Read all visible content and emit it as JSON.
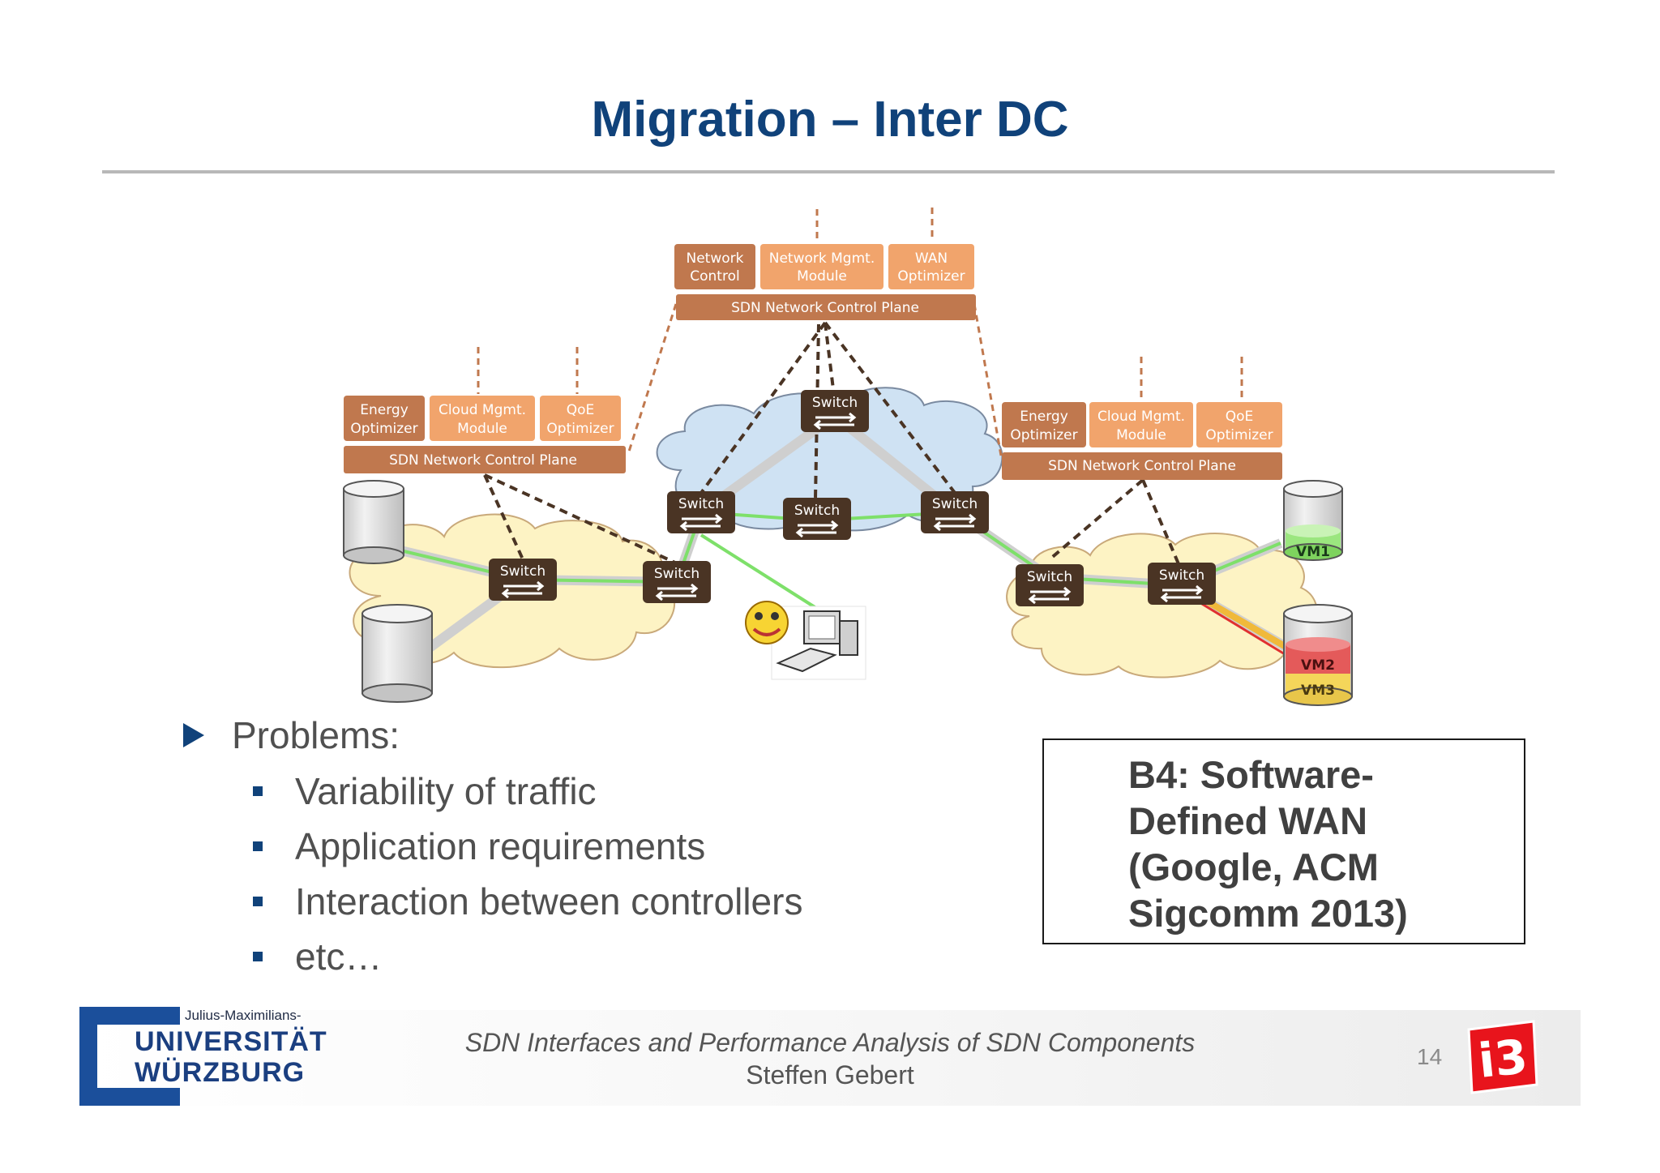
{
  "slide": {
    "title": "Migration – Inter DC",
    "page_number": "14"
  },
  "diagram": {
    "top_plane": {
      "modules": [
        "Network Control",
        "Network Mgmt. Module",
        "WAN Optimizer"
      ],
      "plane_label": "SDN Network Control Plane"
    },
    "left_plane": {
      "modules": [
        "Energy Optimizer",
        "Cloud Mgmt. Module",
        "QoE Optimizer"
      ],
      "plane_label": "SDN Network Control Plane"
    },
    "right_plane": {
      "modules": [
        "Energy Optimizer",
        "Cloud Mgmt. Module",
        "QoE Optimizer"
      ],
      "plane_label": "SDN Network Control Plane"
    },
    "switch_label": "Switch",
    "vm_labels": [
      "VM1",
      "VM2",
      "VM3"
    ],
    "colors": {
      "module_dark": "#c0784e",
      "module_light": "#f1a46c",
      "switch": "#4a3424",
      "cloud_yellow": "#fdf3c4",
      "cloud_blue": "#cfe2f3",
      "link_green": "#7ee06a",
      "link_red": "#e03030",
      "title_blue": "#10427a"
    }
  },
  "bullets": {
    "heading": "Problems:",
    "items": [
      "Variability of traffic",
      "Application requirements",
      "Interaction between controllers",
      "etc…"
    ]
  },
  "reference_box": {
    "lines": [
      "B4: Software-",
      "Defined WAN",
      "(Google, ACM",
      "Sigcomm 2013)"
    ]
  },
  "footer": {
    "university_small": "Julius-Maximilians-",
    "university_line1": "UNIVERSITÄT",
    "university_line2": "WÜRZBURG",
    "title": "SDN Interfaces and Performance Analysis of SDN Components",
    "author": "Steffen Gebert",
    "logo_text": "i3"
  }
}
